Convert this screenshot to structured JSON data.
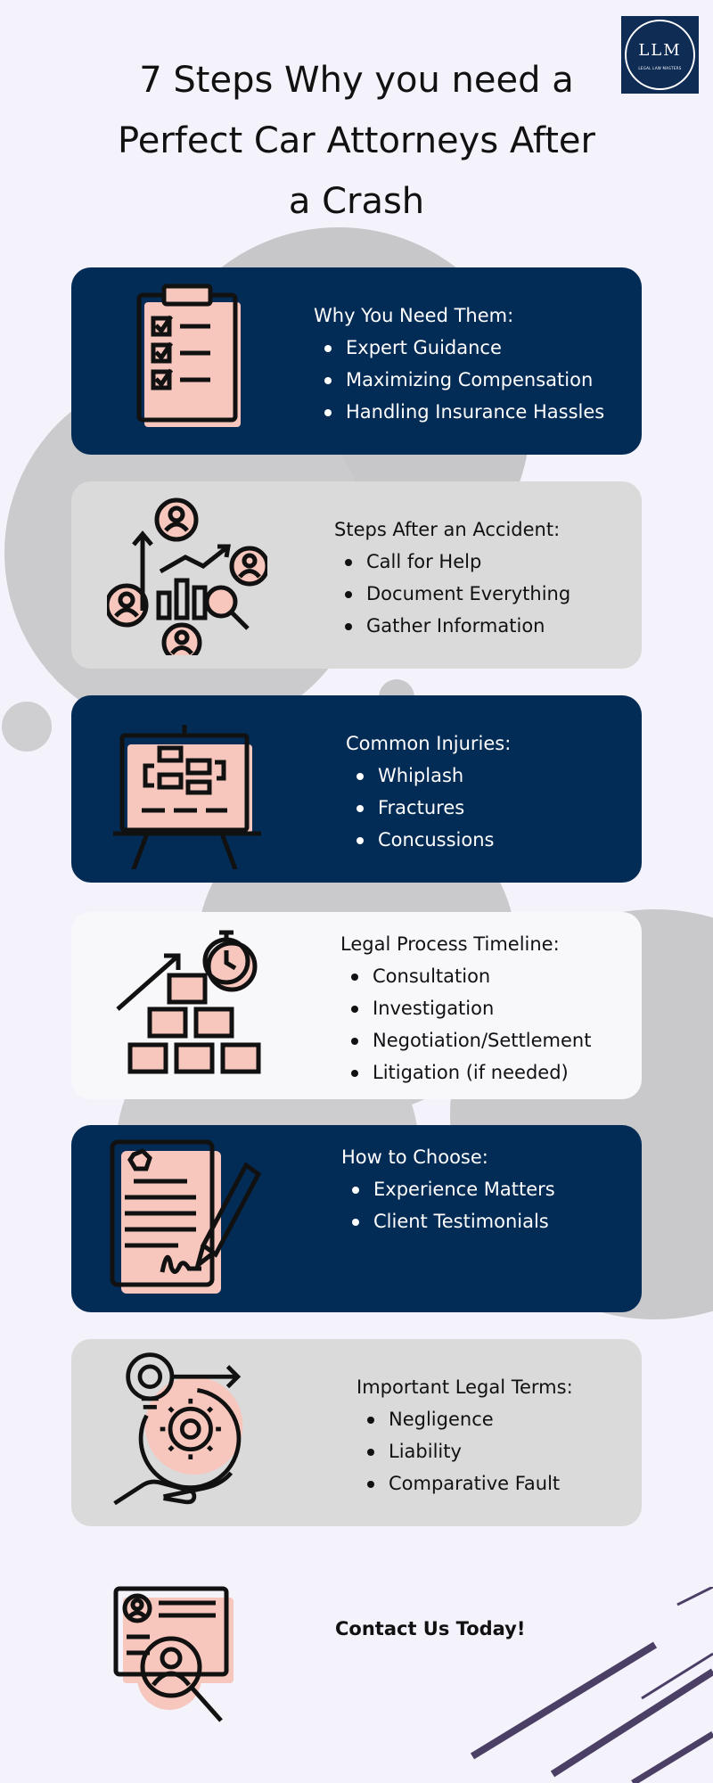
{
  "header": {
    "title_line1": "7 Steps Why you need a",
    "title_line2": "Perfect Car Attorneys  After",
    "title_line3": "a Crash",
    "logo_monogram": "LLM",
    "logo_subtext": "LEGAL LAW MASTERS"
  },
  "cards": [
    {
      "heading": "Why You Need Them:",
      "items": [
        "Expert Guidance",
        "Maximizing Compensation",
        "Handling Insurance Hassles"
      ],
      "icon": "clipboard-checklist-icon"
    },
    {
      "heading": "Steps After an Accident:",
      "items": [
        "Call for Help",
        "Document Everything",
        "Gather Information"
      ],
      "icon": "people-analytics-icon"
    },
    {
      "heading": "Common Injuries:",
      "items": [
        "Whiplash",
        "Fractures",
        "Concussions"
      ],
      "icon": "presentation-board-icon"
    },
    {
      "heading": "Legal Process Timeline:",
      "items": [
        "Consultation",
        "Investigation",
        "Negotiation/Settlement",
        "Litigation (if needed)"
      ],
      "icon": "boxes-growth-timer-icon"
    },
    {
      "heading": "How to Choose:",
      "items": [
        "Experience Matters",
        "Client Testimonials"
      ],
      "icon": "signed-document-pen-icon"
    },
    {
      "heading": "Important Legal Terms:",
      "items": [
        "Negligence",
        "Liability",
        "Comparative Fault"
      ],
      "icon": "idea-gear-hand-icon"
    }
  ],
  "footer": {
    "contact": "Contact Us Today!",
    "icon": "profile-search-icon"
  },
  "colors": {
    "navy": "#022b56",
    "light_gray": "#dadada",
    "accent_pink": "#f7c6bd",
    "background": "#f4f3fb"
  }
}
